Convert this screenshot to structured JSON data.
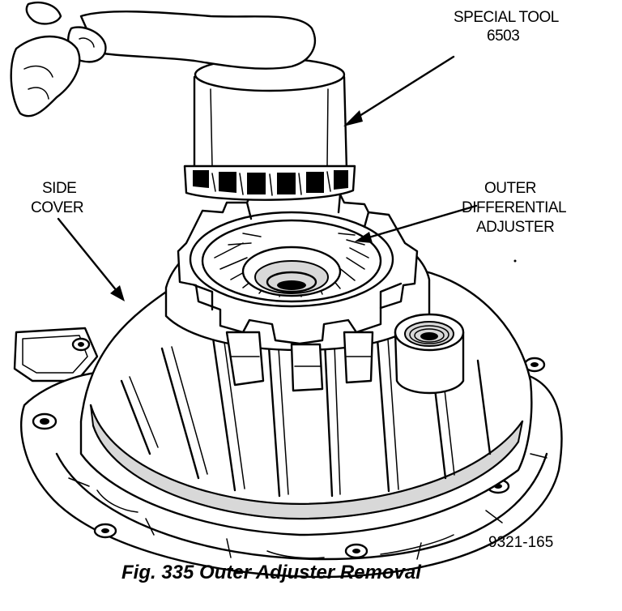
{
  "figure": {
    "labels": {
      "special_tool_line1": "SPECIAL TOOL",
      "special_tool_line2": "6503",
      "side_cover_line1": "SIDE",
      "side_cover_line2": "COVER",
      "adjuster_line1": "OUTER",
      "adjuster_line2": "DIFFERENTIAL",
      "adjuster_line3": "ADJUSTER"
    },
    "reference_number": "9321-165",
    "caption": "Fig. 335 Outer Adjuster Removal"
  }
}
